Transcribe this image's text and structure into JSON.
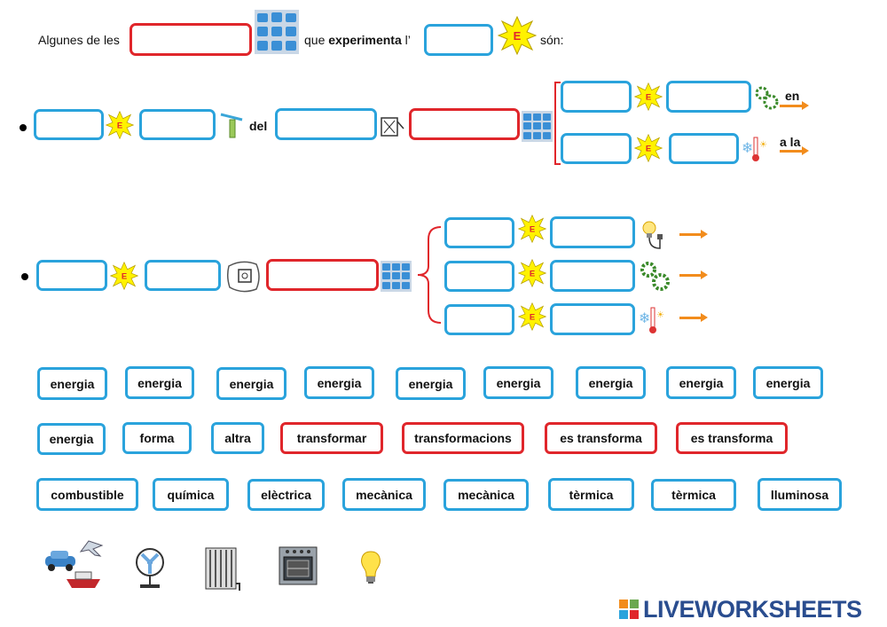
{
  "intro": {
    "part1": "Algunes de les",
    "part2_a": "que",
    "part2_b": "experimenta",
    "part2_c": "l’",
    "part3": "són:"
  },
  "row1": {
    "del_label": "del",
    "en_label": "en",
    "ala_label": "a la"
  },
  "energy_badge_letter": "E",
  "word_bank": {
    "row1": [
      "energia",
      "energia",
      "energia",
      "energia",
      "energia",
      "energia",
      "energia",
      "energia",
      "energia"
    ],
    "row2": [
      "energia",
      "forma",
      "altra",
      "transformar",
      "transformacions",
      "es transforma",
      "es transforma"
    ],
    "row3": [
      "combustible",
      "química",
      "elèctrica",
      "mecànica",
      "mecànica",
      "tèrmica",
      "tèrmica",
      "lluminosa"
    ]
  },
  "bottom_icons": [
    "transport-icon",
    "fan-icon",
    "radiator-icon",
    "oven-icon",
    "lightbulb-icon"
  ],
  "logo": {
    "text": "LIVEWORKSHEETS"
  },
  "colors": {
    "blue": "#2aa3dc",
    "red": "#e0262b",
    "orange": "#f28c1c",
    "star": "#fff200"
  }
}
